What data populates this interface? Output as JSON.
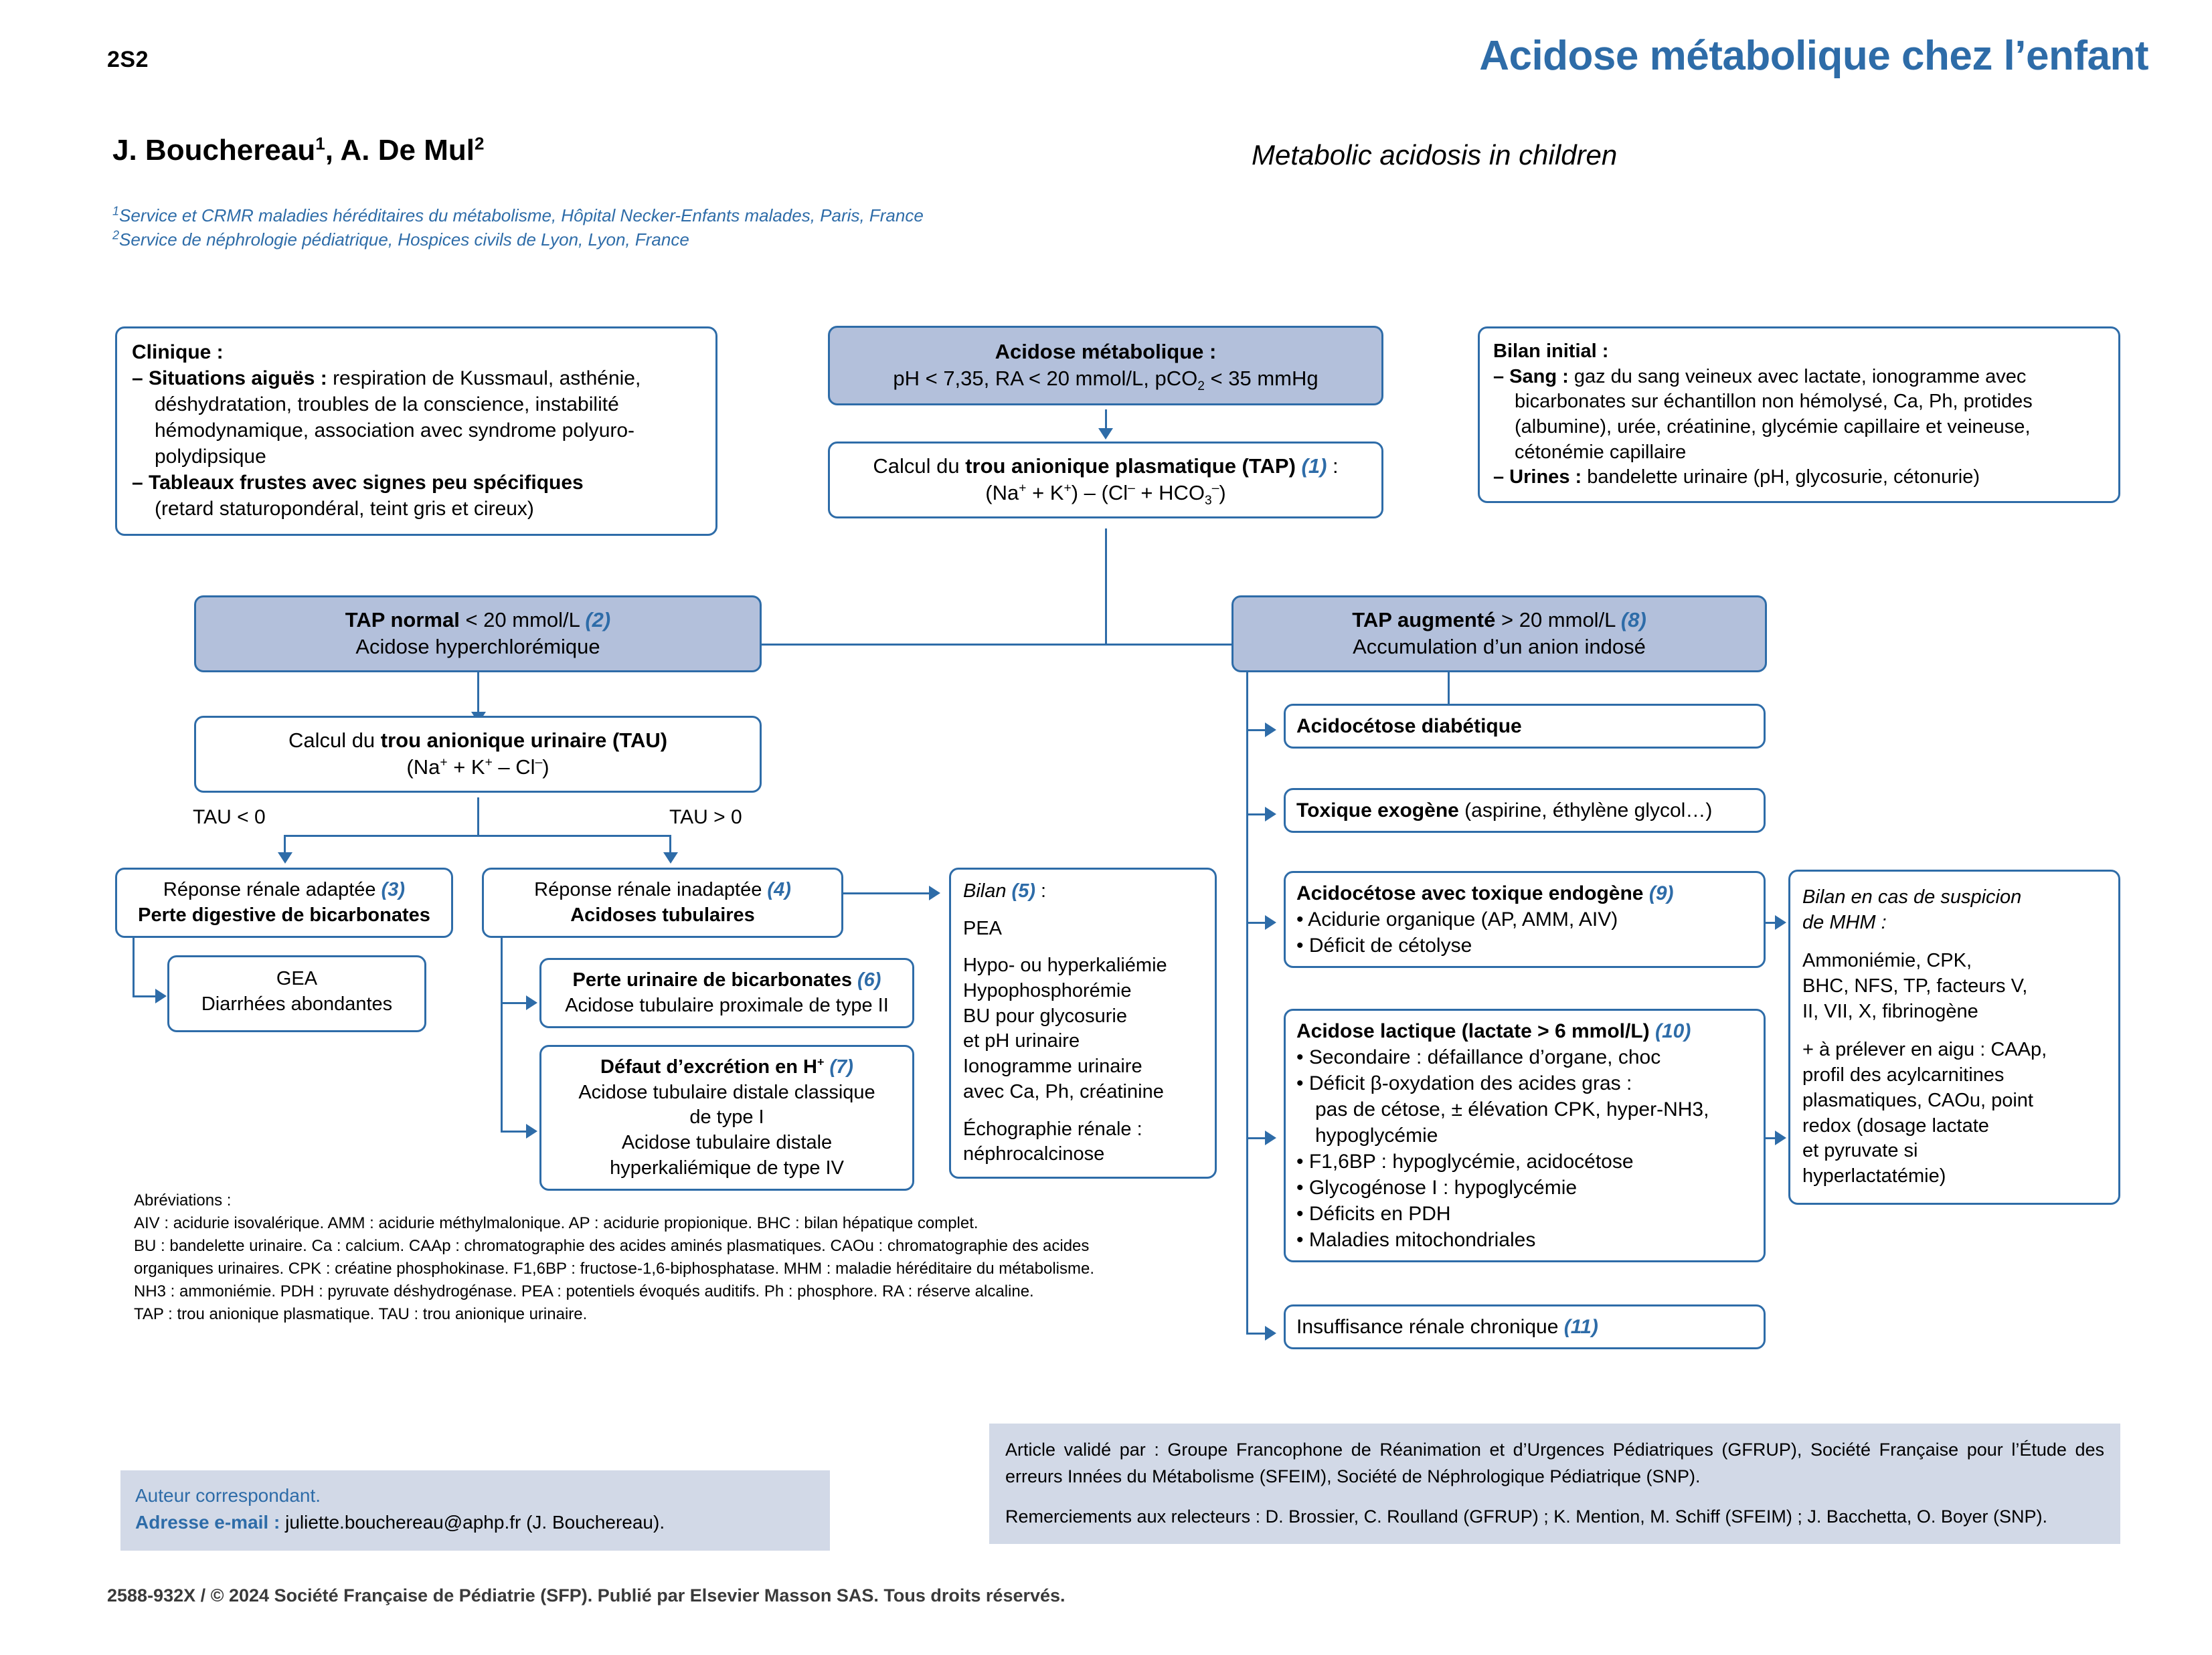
{
  "header": {
    "page_number": "2S2",
    "title_fr": "Acidose métabolique chez l’enfant",
    "title_en": "Metabolic acidosis in children",
    "authors": "J. Bouchereau",
    "authors_sup1": "1",
    "authors_mid": ", A. De Mul",
    "authors_sup2": "2",
    "affiliation_1_sup": "1",
    "affiliation_1": "Service et CRMR maladies héréditaires du métabolisme, Hôpital Necker-Enfants malades, Paris, France",
    "affiliation_2_sup": "2",
    "affiliation_2": "Service de néphrologie pédiatrique, Hospices civils de Lyon, Lyon, France"
  },
  "clinique": {
    "title": "Clinique :",
    "item1_label": "– Situations aiguës :",
    "item1_text": " respiration de Kussmaul, asthénie, déshydratation, troubles de la conscience, instabilité hémodynamique, association avec syndrome polyuro-polydipsique",
    "item2_label": "– Tableaux frustes avec signes peu spécifiques",
    "item2_text": "(retard staturopondéral, teint gris et cireux)"
  },
  "acidose_box": {
    "title": "Acidose métabolique :",
    "criteria_pre": "pH < 7,35, RA < 20 mmol/L, pCO",
    "criteria_sub": "2",
    "criteria_post": " < 35 mmHg"
  },
  "tap_calc": {
    "line1_pre": "Calcul du ",
    "line1_bold": "trou anionique plasmatique (TAP)",
    "line1_ref": "(1)",
    "line1_post": " :",
    "formula": "(Na+ + K+) – (Cl– + HCO3–)"
  },
  "bilan_initial": {
    "title": "Bilan initial :",
    "sang_label": "– Sang :",
    "sang_text": " gaz du sang veineux avec lactate, ionogramme avec bicarbonates sur échantillon non hémolysé, Ca, Ph, protides (albumine), urée, créatinine, glycémie capillaire et veineuse, cétonémie capillaire",
    "urines_label": "– Urines :",
    "urines_text": " bandelette urinaire (pH, glycosurie, cétonurie)"
  },
  "tap_normal": {
    "label": "TAP normal",
    "value": " < 20 mmol/L ",
    "ref": "(2)",
    "sub": "Acidose hyperchlorémique"
  },
  "tap_augmente": {
    "label": "TAP augmenté",
    "value": " > 20 mmol/L ",
    "ref": "(8)",
    "sub": "Accumulation d’un anion indosé"
  },
  "tau_calc": {
    "line1_pre": "Calcul du ",
    "line1_bold": "trou anionique urinaire (TAU)",
    "formula": "(Na+ + K+ – Cl–)",
    "branch_left": "TAU < 0",
    "branch_right": "TAU > 0"
  },
  "reponse_adaptee": {
    "title": "Réponse rénale adaptée ",
    "ref": "(3)",
    "sub": "Perte digestive de bicarbonates"
  },
  "gea": {
    "line1": "GEA",
    "line2": "Diarrhées abondantes"
  },
  "reponse_inadaptee": {
    "title": "Réponse rénale inadaptée ",
    "ref": "(4)",
    "sub": "Acidoses tubulaires"
  },
  "perte_urinaire": {
    "title": "Perte urinaire de bicarbonates ",
    "ref": "(6)",
    "sub": "Acidose tubulaire proximale de type II"
  },
  "defaut_excretion": {
    "title_pre": "Défaut d’excrétion en H",
    "title_sup": "+",
    "ref": "(7)",
    "line1": "Acidose tubulaire distale classique",
    "line2": "de type I",
    "line3": "Acidose tubulaire distale",
    "line4": "hyperkaliémique de type IV"
  },
  "bilan5": {
    "title": "Bilan ",
    "ref": "(5)",
    "title_post": " :",
    "pea": "PEA",
    "lines": [
      "Hypo- ou hyperkaliémie",
      "Hypophosphorémie",
      "BU pour glycosurie",
      "et pH urinaire",
      "Ionogramme urinaire",
      "avec Ca, Ph, créatinine"
    ],
    "echo1": "Échographie rénale :",
    "echo2": "néphrocalcinose"
  },
  "acidocetose_diabetique": {
    "label": "Acidocétose diabétique"
  },
  "toxique_exogene": {
    "label": "Toxique exogène",
    "detail": " (aspirine, éthylène glycol…)"
  },
  "acidocetose_endogene": {
    "title": "Acidocétose avec toxique endogène ",
    "ref": "(9)",
    "items": [
      "• Acidurie organique (AP, AMM, AIV)",
      "• Déficit de cétolyse"
    ]
  },
  "acidose_lactique": {
    "title": "Acidose lactique (lactate > 6 mmol/L) ",
    "ref": "(10)",
    "item1": "• Secondaire : défaillance d’organe, choc",
    "item2": "• Déficit β-oxydation des acides gras :",
    "item2_sub1": "pas de cétose, ± élévation CPK, hyper-NH3,",
    "item2_sub2": "hypoglycémie",
    "item3": "• F1,6BP : hypoglycémie, acidocétose",
    "item4": "• Glycogénose I : hypoglycémie",
    "item5": "• Déficits en PDH",
    "item6": "• Maladies mitochondriales"
  },
  "insuffisance_renale": {
    "label": "Insuffisance rénale chronique ",
    "ref": "(11)"
  },
  "bilan_mhm": {
    "title1": "Bilan en cas de suspicion",
    "title2": "de MHM :",
    "para1_l1": "Ammoniémie, CPK,",
    "para1_l2": "BHC, NFS, TP, facteurs V,",
    "para1_l3": "II, VII, X, fibrinogène",
    "para2_l1": "+ à prélever en aigu : CAAp,",
    "para2_l2": "profil des acylcarnitines",
    "para2_l3": "plasmatiques, CAOu, point",
    "para2_l4": "redox (dosage lactate",
    "para2_l5": "et pyruvate si",
    "para2_l6": "hyperlactatémie)"
  },
  "abreviations": {
    "title": "Abréviations :",
    "line1": "AIV : acidurie isovalérique. AMM : acidurie méthylmalonique. AP : acidurie propionique. BHC : bilan hépatique complet.",
    "line2": "BU : bandelette urinaire. Ca : calcium. CAAp : chromatographie des acides aminés plasmatiques. CAOu : chromatographie des acides",
    "line3": "organiques urinaires. CPK : créatine phosphokinase. F1,6BP : fructose-1,6-biphosphatase. MHM : maladie héréditaire du métabolisme.",
    "line4": "NH3 : ammoniémie. PDH : pyruvate déshydrogénase. PEA : potentiels évoqués auditifs. Ph : phosphore. RA : réserve alcaline.",
    "line5": "TAP : trou anionique plasmatique. TAU : trou anionique urinaire."
  },
  "author_correspondant": {
    "label": "Auteur correspondant.",
    "email_label": "Adresse e-mail :",
    "email_value": " juliette.bouchereau@aphp.fr (J. Bouchereau)."
  },
  "validation": {
    "para1": "Article validé par : Groupe Francophone de Réanimation et d’Urgences Pédiatriques (GFRUP), Société Française pour l’Étude des erreurs Innées du Métabolisme (SFEIM), Société de Néphrologique Pédiatrique (SNP).",
    "para2": "Remerciements aux relecteurs : D. Brossier, C. Roulland (GFRUP) ; K. Mention, M. Schiff (SFEIM) ;  J. Bacchetta, O. Boyer (SNP)."
  },
  "copyright": "2588-932X / © 2024 Société Française de Pédiatrie (SFP). Publié par Elsevier Masson SAS. Tous droits réservés.",
  "colors": {
    "accent_blue": "#2E6CA8",
    "box_fill": "#B3C0DB",
    "footer_fill": "#D2D9E7"
  }
}
